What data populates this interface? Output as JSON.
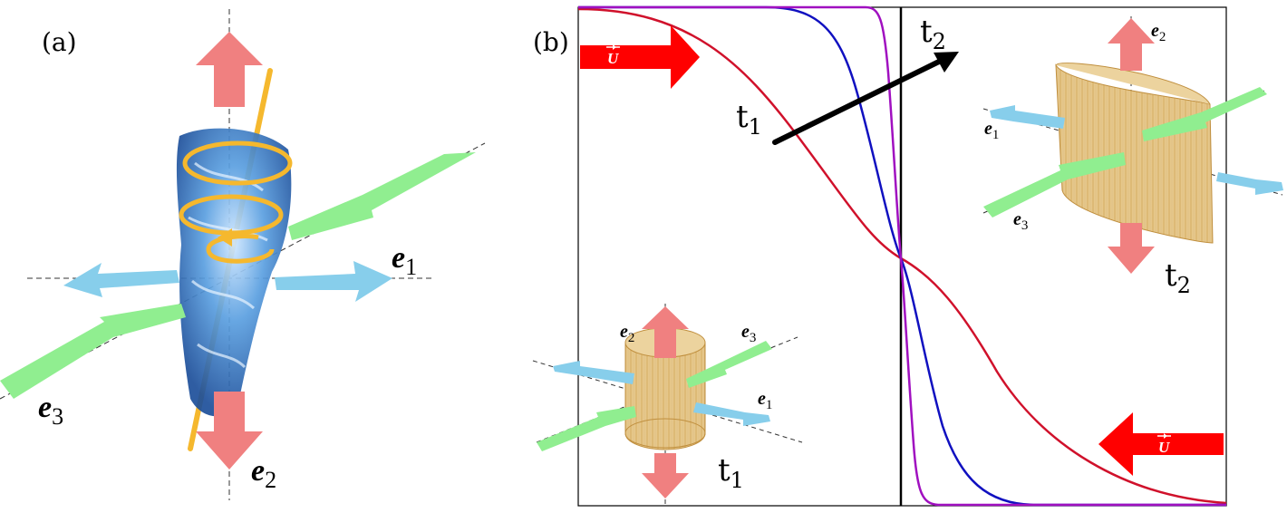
{
  "panel_a": {
    "label": "(a)",
    "e1": "e",
    "e1_sub": "1",
    "e2": "e",
    "e2_sub": "2",
    "e3": "e",
    "e3_sub": "3"
  },
  "panel_b": {
    "label": "(b)",
    "u_label": "U",
    "t1": "t",
    "t1_sub": "1",
    "t2": "t",
    "t2_sub": "2",
    "inset_t1": {
      "e1": "e",
      "e1_sub": "1",
      "e2": "e",
      "e2_sub": "2",
      "e3": "e",
      "e3_sub": "3",
      "t": "t",
      "t_sub": "1"
    },
    "inset_t2": {
      "e1": "e",
      "e1_sub": "1",
      "e2": "e",
      "e2_sub": "2",
      "e3": "e",
      "e3_sub": "3",
      "t": "t",
      "t_sub": "2"
    }
  },
  "colors": {
    "red_arrow": "#f08080",
    "green_arrow": "#90ee90",
    "blue_arrow": "#87ceeb",
    "vortex": "#4a8fd0",
    "swirl": "#f5b82e",
    "cylinder": "#e8c98a",
    "u_arrow": "#ff0000",
    "curve_red": "#d0112b",
    "curve_blue": "#1010c0",
    "curve_purple": "#a010c0"
  }
}
